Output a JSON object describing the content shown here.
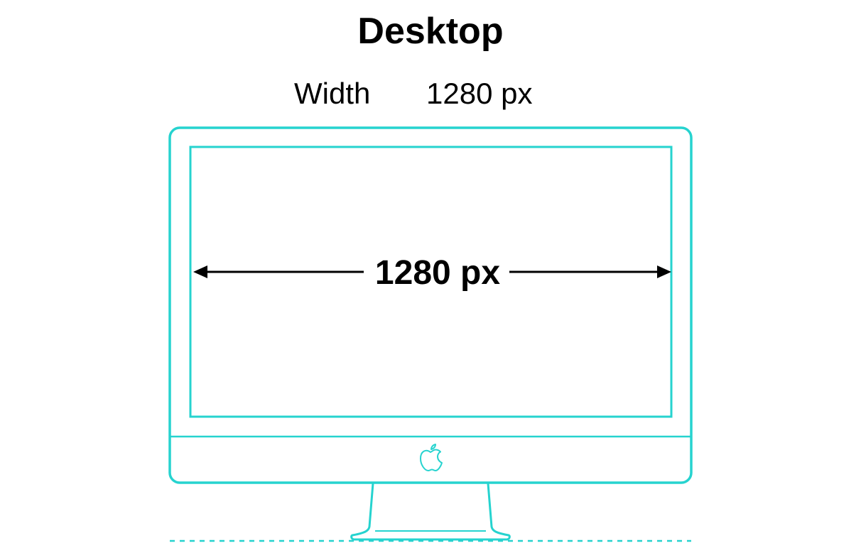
{
  "title": "Desktop",
  "width_row": {
    "label": "Width",
    "value": "1280 px"
  },
  "screen": {
    "width_label": "1280 px"
  },
  "colors": {
    "outline": "#26d3cf",
    "text": "#000000",
    "background": "#ffffff"
  },
  "icons": {
    "logo": "apple-logo-icon",
    "arrow_left": "arrow-left-icon",
    "arrow_right": "arrow-right-icon"
  }
}
